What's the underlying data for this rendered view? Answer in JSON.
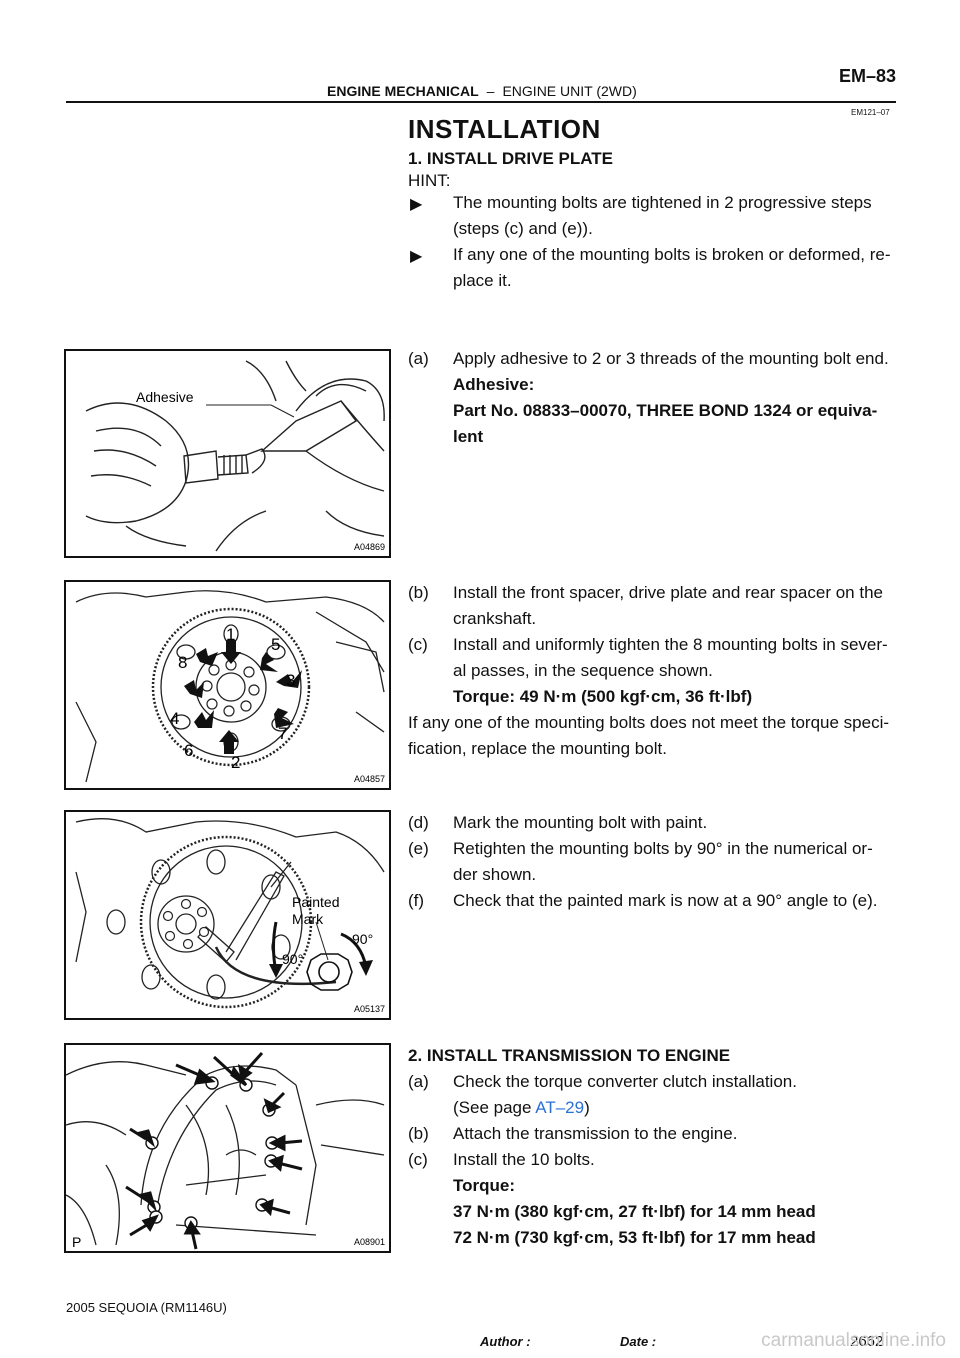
{
  "header": {
    "section": "ENGINE MECHANICAL",
    "separator": "–",
    "subsection": "ENGINE UNIT (2WD)",
    "page_code": "EM–83",
    "doc_code": "EM121–07"
  },
  "title": "INSTALLATION",
  "step1": {
    "heading": "1.    INSTALL DRIVE PLATE",
    "hint_label": "HINT:",
    "bullets": [
      {
        "line1": "The mounting bolts are tightened in 2 progressive steps",
        "line2": "(steps (c) and (e))."
      },
      {
        "line1": "If any one of the mounting bolts is broken or deformed, re-",
        "line2": "place it."
      }
    ],
    "a": {
      "label": "(a)",
      "text": "Apply adhesive to 2 or 3 threads of the mounting bolt end.",
      "adhesive_label": "Adhesive:",
      "part_line1": "Part No. 08833–00070, THREE BOND 1324 or equiva-",
      "part_line2": "lent"
    },
    "b": {
      "label": "(b)",
      "line1": "Install the front spacer, drive plate and rear spacer on the",
      "line2": "crankshaft."
    },
    "c": {
      "label": "(c)",
      "line1": "Install and uniformly tighten the 8 mounting bolts in sever-",
      "line2": "al passes, in the sequence shown.",
      "torque": "Torque: 49 N·m (500 kgf·cm, 36 ft·lbf)"
    },
    "note_line1": "If any one of the mounting bolts does not meet the torque speci-",
    "note_line2": "fication, replace the mounting bolt.",
    "d": {
      "label": "(d)",
      "text": "Mark the mounting bolt with paint."
    },
    "e": {
      "label": "(e)",
      "line1": "Retighten the mounting bolts by 90° in the numerical or-",
      "line2": "der shown."
    },
    "f": {
      "label": "(f)",
      "text": "Check that the painted mark is now at a 90° angle to (e)."
    }
  },
  "step2": {
    "heading": "2.    INSTALL TRANSMISSION TO ENGINE",
    "a": {
      "label": "(a)",
      "text": "Check the torque converter clutch installation.",
      "see_prefix": "(See page ",
      "see_link": "AT–29",
      "see_suffix": ")"
    },
    "b": {
      "label": "(b)",
      "text": "Attach the transmission to the engine."
    },
    "c": {
      "label": "(c)",
      "text": "Install the 10 bolts.",
      "torque_label": "Torque:",
      "torque_line1": "37 N·m (380 kgf·cm, 27 ft·lbf) for 14 mm head",
      "torque_line2": "72 N·m (730 kgf·cm, 53 ft·lbf) for 17 mm head"
    }
  },
  "figures": {
    "fig1": {
      "id": "A04869",
      "label": "Adhesive"
    },
    "fig2": {
      "id": "A04857",
      "numbers": [
        "1",
        "2",
        "3",
        "4",
        "5",
        "6",
        "7",
        "8"
      ]
    },
    "fig3": {
      "id": "A05137",
      "label_line1": "Painted",
      "label_line2": "Mark",
      "angle1": "90°",
      "angle2": "90°"
    },
    "fig4": {
      "id": "A08901",
      "corner": "P"
    }
  },
  "footer": {
    "model": "2005 SEQUOIA   (RM1146U)",
    "author_label": "Author :",
    "date_label": "Date :",
    "page_number": "2662",
    "watermark": "carmanualsonline.info"
  }
}
